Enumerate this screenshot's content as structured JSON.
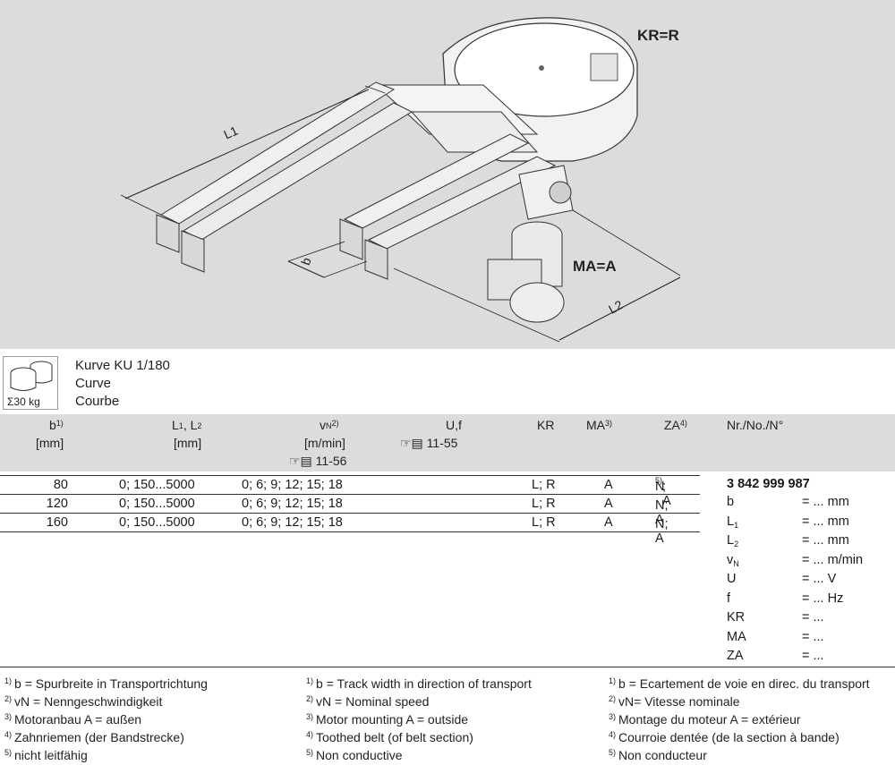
{
  "figure": {
    "kr_label": "KR=R",
    "ma_label": "MA=A",
    "dim_l1": "L1",
    "dim_l2": "L2",
    "dim_b": "b"
  },
  "header": {
    "weight_label": "Σ30 kg",
    "title_de": "Kurve KU 1/180",
    "title_en": "Curve",
    "title_fr": "Courbe"
  },
  "columns": {
    "b": "b",
    "b_sup": "1)",
    "b_unit": "[mm]",
    "l": "L",
    "l1_sub": "1",
    "l2_sub": "2",
    "l_sep": ", L",
    "l_unit": "[mm]",
    "vn": "v",
    "vn_sub": "N",
    "vn_sup": "2)",
    "vn_unit": "[m/min]",
    "vn_ref": "☞▤ 11-56",
    "uf": "U,f",
    "uf_ref": "☞▤ 11-55",
    "kr": "KR",
    "ma": "MA",
    "ma_sup": "3)",
    "za": "ZA",
    "za_sup": "4)",
    "nr": "Nr./No./N°"
  },
  "rows": [
    {
      "b": "80",
      "l": "0; 150...5000",
      "vn": "0; 6; 9; 12; 15; 18",
      "kr": "L; R",
      "ma": "A",
      "za_pre": "N",
      "za_sup": "5)",
      "za_post": "; A"
    },
    {
      "b": "120",
      "l": "0; 150...5000",
      "vn": "0; 6; 9; 12; 15; 18",
      "kr": "L; R",
      "ma": "A",
      "za_pre": "N; A",
      "za_sup": "",
      "za_post": ""
    },
    {
      "b": "160",
      "l": "0; 150...5000",
      "vn": "0; 6; 9; 12; 15; 18",
      "kr": "L; R",
      "ma": "A",
      "za_pre": "N; A",
      "za_sup": "",
      "za_post": ""
    }
  ],
  "order": {
    "number": "3 842 999 987",
    "specs": [
      {
        "key": "b",
        "sub": "",
        "val": "= ... mm"
      },
      {
        "key": "L",
        "sub": "1",
        "val": "= ... mm"
      },
      {
        "key": "L",
        "sub": "2",
        "val": "= ... mm"
      },
      {
        "key": "v",
        "sub": "N",
        "val": "= ... m/min"
      },
      {
        "key": "U",
        "sub": "",
        "val": "= ... V"
      },
      {
        "key": "f",
        "sub": "",
        "val": "= ... Hz"
      },
      {
        "key": "KR",
        "sub": "",
        "val": "= ..."
      },
      {
        "key": "MA",
        "sub": "",
        "val": "= ..."
      },
      {
        "key": "ZA",
        "sub": "",
        "val": "= ..."
      }
    ]
  },
  "footnotes": {
    "de": [
      {
        "m": "1)",
        "t": "b = Spurbreite in Transportrichtung"
      },
      {
        "m": "2)",
        "t": "vN = Nenngeschwindigkeit"
      },
      {
        "m": "3)",
        "t": "Motoranbau A = außen"
      },
      {
        "m": "4)",
        "t": "Zahnriemen (der Bandstrecke)"
      },
      {
        "m": "5)",
        "t": "nicht leitfähig"
      }
    ],
    "en": [
      {
        "m": "1)",
        "t": "b = Track width in direction of transport"
      },
      {
        "m": "2)",
        "t": "vN = Nominal speed"
      },
      {
        "m": "3)",
        "t": "Motor mounting A = outside"
      },
      {
        "m": "4)",
        "t": "Toothed belt (of belt section)"
      },
      {
        "m": "5)",
        "t": "Non conductive"
      }
    ],
    "fr": [
      {
        "m": "1)",
        "t": "b = Ecartement de voie en direc. du transport"
      },
      {
        "m": "2)",
        "t": "vN= Vitesse nominale"
      },
      {
        "m": "3)",
        "t": "Montage du moteur A = extérieur"
      },
      {
        "m": "4)",
        "t": "Courroie dentée (de la section à bande)"
      },
      {
        "m": "5)",
        "t": "Non conducteur"
      }
    ]
  }
}
